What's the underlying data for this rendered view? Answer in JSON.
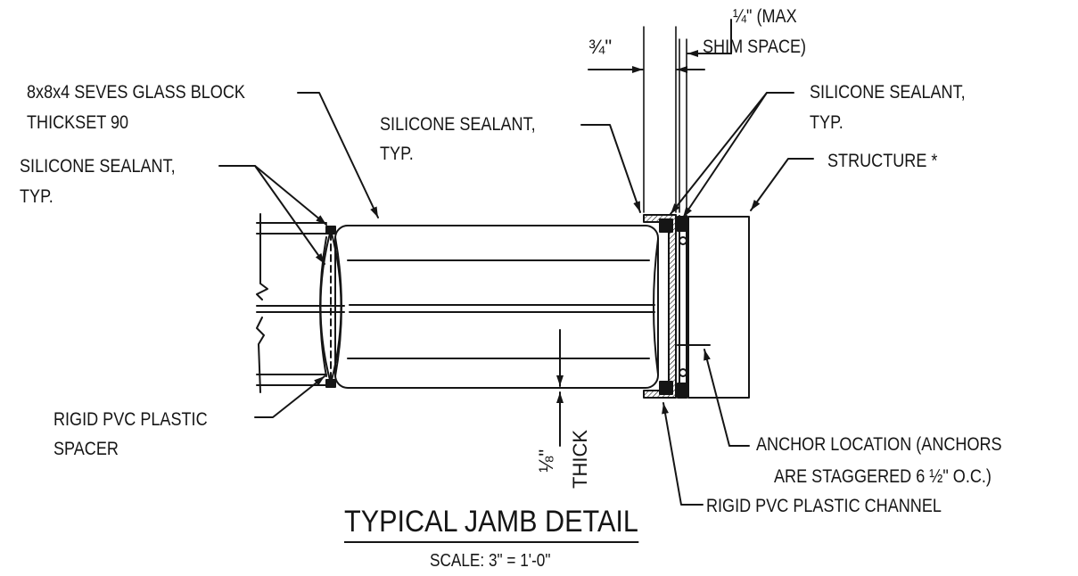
{
  "title": "TYPICAL JAMB DETAIL",
  "scale": "SCALE: 3\" = 1'-0\"",
  "callouts": {
    "glass_block_line1": "8x8x4 SEVES GLASS BLOCK",
    "glass_block_line2": "THICKSET 90",
    "sealant_left_line1": "SILICONE SEALANT,",
    "sealant_left_line2": "TYP.",
    "sealant_mid_line1": "SILICONE SEALANT,",
    "sealant_mid_line2": "TYP.",
    "sealant_right_line1": "SILICONE SEALANT,",
    "sealant_right_line2": "TYP.",
    "structure": "STRUCTURE *",
    "spacer_line1": "RIGID PVC PLASTIC",
    "spacer_line2": "SPACER",
    "anchor_line1": "ANCHOR LOCATION (ANCHORS",
    "anchor_line2": "ARE STAGGERED 6 ½\" O.C.)",
    "channel": "RIGID PVC PLASTIC CHANNEL",
    "shim_line1": "¼\" (MAX",
    "shim_line2": "SHIM SPACE)",
    "dim_three_quarter": "¾\"",
    "thick_fraction": "⅛\"",
    "thick_word": "THICK"
  }
}
